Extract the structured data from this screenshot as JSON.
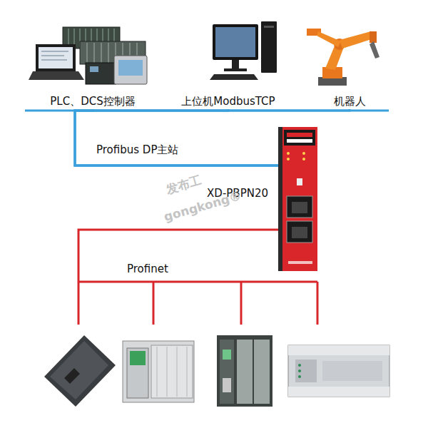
{
  "diagram": {
    "nodes": [
      {
        "text": [
          "PLC、DCS控制器"
        ]
      },
      {
        "text": [
          "上位机ModbusTCP"
        ]
      },
      {
        "text": [
          "机器人"
        ]
      },
      {
        "text": [
          "XD-PBPN20"
        ]
      }
    ],
    "edges": [
      {
        "from": 0,
        "to": 3,
        "arrow": "none"
      },
      {
        "from": 1,
        "to": 3,
        "arrow": "none"
      },
      {
        "from": 2,
        "to": 3,
        "arrow": "none"
      }
    ],
    "labels": [
      "Profibus DP主站",
      "Profinet",
      "发布工",
      "gongkong®"
    ]
  }
}
